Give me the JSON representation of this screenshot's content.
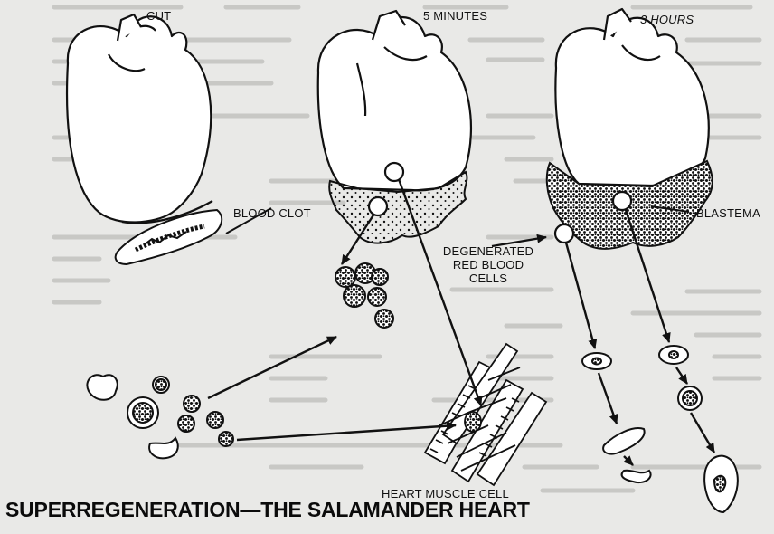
{
  "labels": {
    "cut": "CUT",
    "five_minutes": "5 MINUTES",
    "three_hours": "3 HOURS",
    "blood_clot": "BLOOD CLOT",
    "blastema": "BLASTEMA",
    "degenerated_line1": "DEGENERATED",
    "degenerated_line2": "RED BLOOD",
    "degenerated_line3": "CELLS",
    "heart_muscle_cell": "HEART MUSCLE CELL"
  },
  "caption": "SUPERREGENERATION—THE SALAMANDER HEART",
  "colors": {
    "page": "#e9e9e7",
    "ink": "#111111",
    "bleed_text": "#b9b9b6"
  }
}
